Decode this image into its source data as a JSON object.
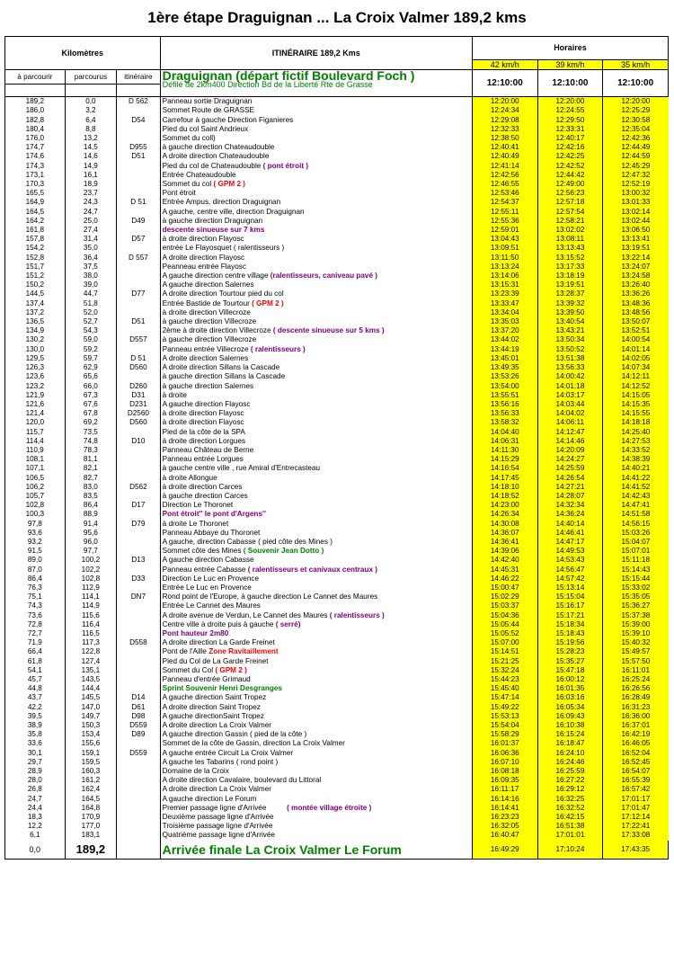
{
  "title": "1ère étape Draguignan ... La Croix Valmer  189,2 kms",
  "headers": {
    "kilometres": "Kilomètres",
    "itineraire": "ITINÉRAIRE 189,2 Kms",
    "horaires": "Horaires",
    "a_parcourir": "à parcourir",
    "parcourus": "parcourus",
    "itineraire_col": "itinéraire",
    "speeds": [
      "42 km/h",
      "39 km/h",
      "35 km/h"
    ]
  },
  "start": {
    "title": "Draguignan (départ fictif Boulevard Foch )",
    "subtitle": "Défilé de 2km400 Direction Bd de la Liberté Rte de Grasse",
    "times": [
      "12:10:00",
      "12:10:00",
      "12:10:00"
    ]
  },
  "rows": [
    {
      "a": "189,2",
      "p": "0,0",
      "r": "D 562",
      "l": "Panneau sortie Draguignan",
      "t": [
        "12:20:00",
        "12:20:00",
        "12:20:00"
      ]
    },
    {
      "a": "186,0",
      "p": "3,2",
      "r": "",
      "l": "Sommet Route de GRASSE",
      "t": [
        "12:24:34",
        "12:24:55",
        "12:25:29"
      ]
    },
    {
      "a": "182,8",
      "p": "6,4",
      "r": "D54",
      "l": "Carrefour à gauche  Direction Figanieres",
      "t": [
        "12:29:08",
        "12:29:50",
        "12:30:58"
      ]
    },
    {
      "a": "180,4",
      "p": "8,8",
      "r": "",
      "l": "Pied du col Saint Andrieux",
      "t": [
        "12:32:33",
        "12:33:31",
        "12:35:04"
      ]
    },
    {
      "a": "176,0",
      "p": "13,2",
      "r": "",
      "l": "Sommet du coll)",
      "t": [
        "12:38:50",
        "12:40:17",
        "12:42:36"
      ]
    },
    {
      "a": "174,7",
      "p": "14,5",
      "r": "D955",
      "l": "à gauche direction Chateaudouble",
      "t": [
        "12:40:41",
        "12:42:16",
        "12:44:49"
      ]
    },
    {
      "a": "174,6",
      "p": "14,6",
      "r": "D51",
      "l": "A droite direction Chateaudouble",
      "t": [
        "12:40:49",
        "12:42:25",
        "12:44:59"
      ]
    },
    {
      "a": "174,3",
      "p": "14,9",
      "r": "",
      "l": "Pied du col de Chateaudouble",
      "h": "( pont étroit )",
      "hc": "purple",
      "t": [
        "12:41:14",
        "12:42:52",
        "12:45:29"
      ]
    },
    {
      "a": "173,1",
      "p": "16,1",
      "r": "",
      "l": "Entrée Chateaudouble",
      "t": [
        "12:42:56",
        "12:44:42",
        "12:47:32"
      ]
    },
    {
      "a": "170,3",
      "p": "18,9",
      "r": "",
      "l": "Sommet du col",
      "h": "( GPM 2 )",
      "hc": "red",
      "t": [
        "12:46:55",
        "12:49:00",
        "12:52:19"
      ]
    },
    {
      "a": "165,5",
      "p": "23,7",
      "r": "",
      "l": "Pont étroit",
      "t": [
        "12:53:46",
        "12:56:23",
        "13:00:32"
      ]
    },
    {
      "a": "164,9",
      "p": "24,3",
      "r": "D 51",
      "l": "Entrée Ampus, direction Draguignan",
      "t": [
        "12:54:37",
        "12:57:18",
        "13:01:33"
      ]
    },
    {
      "a": "164,5",
      "p": "24,7",
      "r": "",
      "l": "A gauche, centre ville, direction Draguignan",
      "t": [
        "12:55:11",
        "12:57:54",
        "13:02:14"
      ]
    },
    {
      "a": "164,2",
      "p": "25,0",
      "r": "D49",
      "l": " à gauche direction Draguignan",
      "t": [
        "12:55:36",
        "12:58:21",
        "13:02:44"
      ]
    },
    {
      "a": "161,8",
      "p": "27,4",
      "r": "",
      "l": "",
      "h": "descente sinueuse sur 7 kms",
      "hc": "purple",
      "t": [
        "12:59:01",
        "13:02:02",
        "13:06:50"
      ]
    },
    {
      "a": "157,8",
      "p": "31,4",
      "r": "D57",
      "l": "à droite direction Flayosc",
      "t": [
        "13:04:43",
        "13:08:11",
        "13:13:41"
      ]
    },
    {
      "a": "154,2",
      "p": "35,0",
      "r": "",
      "l": "entrée Le Flayosquet ( ralentisseurs )",
      "t": [
        "13:09:51",
        "13:13:43",
        "13:19:51"
      ]
    },
    {
      "a": "152,8",
      "p": "36,4",
      "r": "D 557",
      "l": "A droite direction Flayosc",
      "t": [
        "13:11:50",
        "13:15:52",
        "13:22:14"
      ]
    },
    {
      "a": "151,7",
      "p": "37,5",
      "r": "",
      "l": "Peanneau entrée Flayosc",
      "t": [
        "13:13:24",
        "13:17:33",
        "13:24:07"
      ]
    },
    {
      "a": "151,2",
      "p": "38,0",
      "r": "",
      "l": "A gauche direction centre village",
      "h": "(ralentisseurs, caniveau pavé )",
      "hc": "purple",
      "t": [
        "13:14:06",
        "13:18:19",
        "13:24:58"
      ]
    },
    {
      "a": "150,2",
      "p": "39,0",
      "r": "",
      "l": "A gauche direction Salernes",
      "t": [
        "13:15:31",
        "13:19:51",
        "13:26:40"
      ]
    },
    {
      "a": "144,5",
      "p": "44,7",
      "r": "D77",
      "l": "A droite direction Tourtour pied du col",
      "t": [
        "13:23:39",
        "13:28:37",
        "13:36:26"
      ]
    },
    {
      "a": "137,4",
      "p": "51,8",
      "r": "",
      "l": "Entrée Bastide de Tourtour",
      "h": "( GPM 2 )",
      "hc": "red",
      "t": [
        "13:33:47",
        "13:39:32",
        "13:48:36"
      ]
    },
    {
      "a": "137,2",
      "p": "52,0",
      "r": "",
      "l": "à droite direction Villecroze",
      "t": [
        "13:34:04",
        "13:39:50",
        "13:48:56"
      ]
    },
    {
      "a": "136,5",
      "p": "52,7",
      "r": "D51",
      "l": "à gauche direction Villecroze",
      "t": [
        "13:35:03",
        "13:40:54",
        "13:50:07"
      ]
    },
    {
      "a": "134,9",
      "p": "54,3",
      "r": "",
      "l": "2ème à droite direction Villecroze",
      "h": "( descente sinueuse sur 5 kms )",
      "hc": "purple",
      "t": [
        "13:37:20",
        "13:43:21",
        "13:52:51"
      ]
    },
    {
      "a": "130,2",
      "p": "59,0",
      "r": "D557",
      "l": "à gauche direction Villecroze",
      "t": [
        "13:44:02",
        "13:50:34",
        "14:00:54"
      ]
    },
    {
      "a": "130,0",
      "p": "59,2",
      "r": "",
      "l": "Panneau entrée Villecroze",
      "h": "( ralentisseurs )",
      "hc": "purple",
      "t": [
        "13:44:19",
        "13:50:52",
        "14:01:14"
      ]
    },
    {
      "a": "129,5",
      "p": "59,7",
      "r": "D 51",
      "l": "A droite direction Salernes",
      "t": [
        "13:45:01",
        "13:51:38",
        "14:02:05"
      ]
    },
    {
      "a": "126,3",
      "p": "62,9",
      "r": "D560",
      "l": "A droite direction Sillans la Cascade",
      "t": [
        "13:49:35",
        "13:56:33",
        "14:07:34"
      ]
    },
    {
      "a": "123,6",
      "p": "65,6",
      "r": "",
      "l": "à gauche direction Sillans la Cascade",
      "t": [
        "13:53:26",
        "14:00:42",
        "14:12:11"
      ]
    },
    {
      "a": "123,2",
      "p": "66,0",
      "r": "D260",
      "l": "à gauche direction Salernes",
      "t": [
        "13:54:00",
        "14:01:18",
        "14:12:52"
      ]
    },
    {
      "a": "121,9",
      "p": "67,3",
      "r": "D31",
      "l": "à droite",
      "t": [
        "13:55:51",
        "14:03:17",
        "14:15:05"
      ]
    },
    {
      "a": "121,6",
      "p": "67,6",
      "r": "D231",
      "l": "A gauche direction Flayosc",
      "t": [
        "13:56:16",
        "14:03:44",
        "14:15:35"
      ]
    },
    {
      "a": "121,4",
      "p": "67,8",
      "r": "D2560",
      "l": "à droite direction Flayosc",
      "t": [
        "13:56:33",
        "14:04:02",
        "14:15:55"
      ]
    },
    {
      "a": "120,0",
      "p": "69,2",
      "r": "D560",
      "l": "à droite  direction  Flayosc",
      "t": [
        "13:58:32",
        "14:06:11",
        "14:18:18"
      ]
    },
    {
      "a": "115,7",
      "p": "73,5",
      "r": "",
      "l": "Pied de la côte de la SPA",
      "t": [
        "14:04:40",
        "14:12:47",
        "14:25:40"
      ]
    },
    {
      "a": "114,4",
      "p": "74,8",
      "r": "D10",
      "l": "à droite direction Lorgues",
      "t": [
        "14:06:31",
        "14:14:46",
        "14:27:53"
      ]
    },
    {
      "a": "110,9",
      "p": "78,3",
      "r": "",
      "l": "Panneau Château de Berne",
      "t": [
        "14:11:30",
        "14:20:09",
        "14:33:52"
      ]
    },
    {
      "a": "108,1",
      "p": "81,1",
      "r": "",
      "l": "Panneau entrée Lorgues",
      "t": [
        "14:15:29",
        "14:24:27",
        "14:38:39"
      ]
    },
    {
      "a": "107,1",
      "p": "82,1",
      "r": "",
      "l": "à gauche centre ville , rue Amiral d'Entrecasteau",
      "t": [
        "14:16:54",
        "14:25:59",
        "14:40:21"
      ]
    },
    {
      "a": "106,5",
      "p": "82,7",
      "r": "",
      "l": "à droite Allongue",
      "t": [
        "14:17:45",
        "14:26:54",
        "14:41:22"
      ]
    },
    {
      "a": "106,2",
      "p": "83,0",
      "r": "D562",
      "l": "à droite direction Carces",
      "t": [
        "14:18:10",
        "14:27:21",
        "14:41:52"
      ]
    },
    {
      "a": "105,7",
      "p": "83,5",
      "r": "",
      "l": "à gauche direction Carces",
      "t": [
        "14:18:52",
        "14:28:07",
        "14:42:43"
      ]
    },
    {
      "a": "102,8",
      "p": "86,4",
      "r": "D17",
      "l": "Direction Le Thoronet",
      "t": [
        "14:23:00",
        "14:32:34",
        "14:47:41"
      ]
    },
    {
      "a": "100,3",
      "p": "88,9",
      "r": "",
      "l": "",
      "h": "Pont étroit'' le pont d'Argens''",
      "hc": "purple",
      "t": [
        "14:26:34",
        "14:36:24",
        "14:51:58"
      ]
    },
    {
      "a": "97,8",
      "p": "91,4",
      "r": "D79",
      "l": "à droite Le Thoronet",
      "t": [
        "14:30:08",
        "14:40:14",
        "14:56:15"
      ]
    },
    {
      "a": "93,6",
      "p": "95,6",
      "r": "",
      "l": "Panneau Abbaye du Thoronet",
      "t": [
        "14:36:07",
        "14:46:41",
        "15:03:26"
      ]
    },
    {
      "a": "93,2",
      "p": "96,0",
      "r": "",
      "l": "A gauche, direction Cabasse ( pied côte des Mines )",
      "t": [
        "14:36:41",
        "14:47:17",
        "15:04:07"
      ]
    },
    {
      "a": "91,5",
      "p": "97,7",
      "r": "",
      "l": "Sommet côte des Mines",
      "h": "( Souvenir Jean Dotto )",
      "hc": "green",
      "t": [
        "14:39:06",
        "14:49:53",
        "15:07:01"
      ]
    },
    {
      "a": "89,0",
      "p": "100,2",
      "r": "D13",
      "l": "A gauche direction Cabasse",
      "t": [
        "14:42:40",
        "14:53:43",
        "15:11:18"
      ]
    },
    {
      "a": "87,0",
      "p": "102,2",
      "r": "",
      "l": "Panneau entrée Cabasse",
      "h": "( ralentisseurs et canivaux centraux )",
      "hc": "purple",
      "t": [
        "14:45:31",
        "14:56:47",
        "15:14:43"
      ]
    },
    {
      "a": "86,4",
      "p": "102,8",
      "r": "D33",
      "l": "Direction Le Luc en Provence",
      "t": [
        "14:46:22",
        "14:57:42",
        "15:15:44"
      ]
    },
    {
      "a": "76,3",
      "p": "112,9",
      "r": "",
      "l": "Entrée Le Luc en Provence",
      "t": [
        "15:00:47",
        "15:13:14",
        "15:33:02"
      ]
    },
    {
      "a": "75,1",
      "p": "114,1",
      "r": "DN7",
      "l": "Rond point de l'Europe, à gauche direction Le Cannet des Maures",
      "t": [
        "15:02:29",
        "15:15:04",
        "15:35:05"
      ]
    },
    {
      "a": "74,3",
      "p": "114,9",
      "r": "",
      "l": "Entrée Le Cannet des Maures",
      "t": [
        "15:03:37",
        "15:16:17",
        "15:36:27"
      ]
    },
    {
      "a": "73,6",
      "p": "115,6",
      "r": "",
      "l": "A droite avenue de Verdun, Le Cannet des Maures",
      "h": "( ralentisseurs )",
      "hc": "purple",
      "t": [
        "15:04:36",
        "15:17:21",
        "15:37:38"
      ]
    },
    {
      "a": "72,8",
      "p": "116,4",
      "r": "",
      "l": "Centre ville à droite puis à gauche",
      "h": "( serré)",
      "hc": "purple",
      "t": [
        "15:05:44",
        "15:18:34",
        "15:39:00"
      ]
    },
    {
      "a": "72,7",
      "p": "116,5",
      "r": "",
      "l": "",
      "h": "Pont hauteur 2m80",
      "hc": "purple",
      "t": [
        "15:05:52",
        "15:18:43",
        "15:39:10"
      ]
    },
    {
      "a": "71,9",
      "p": "117,3",
      "r": "D558",
      "l": "A droite direction La Garde Freinet",
      "t": [
        "15:07:00",
        "15:19:56",
        "15:40:32"
      ]
    },
    {
      "a": "66,4",
      "p": "122,8",
      "r": "",
      "l": "Pont de l'Aille",
      "h": "Zone Ravitaillement",
      "hc": "red",
      "t": [
        "15:14:51",
        "15:28:23",
        "15:49:57"
      ]
    },
    {
      "a": "61,8",
      "p": "127,4",
      "r": "",
      "l": "Pied du Col de La Garde Freinet",
      "t": [
        "15:21:25",
        "15:35:27",
        "15:57:50"
      ]
    },
    {
      "a": "54,1",
      "p": "135,1",
      "r": "",
      "l": "Sommet du Col",
      "h": "( GPM 2 )",
      "hc": "red",
      "t": [
        "15:32:24",
        "15:47:18",
        "16:11:01"
      ]
    },
    {
      "a": "45,7",
      "p": "143,5",
      "r": "",
      "l": "Panneau d'entrée Grimaud",
      "t": [
        "15:44:23",
        "16:00:12",
        "16:25:24"
      ]
    },
    {
      "a": "44,8",
      "p": "144,4",
      "r": "",
      "l": "",
      "h": "Sprint Souvenir Henri Desgranges",
      "hc": "green",
      "t": [
        "15:45:40",
        "16:01:35",
        "16:26:56"
      ]
    },
    {
      "a": "43,7",
      "p": "145,5",
      "r": "D14",
      "l": "A gauche direction Saint Tropez",
      "t": [
        "15:47:14",
        "16:03:16",
        "16:28:49"
      ]
    },
    {
      "a": "42,2",
      "p": "147,0",
      "r": "D61",
      "l": "A droite direction Saint Tropez",
      "t": [
        "15:49:22",
        "16:05:34",
        "16:31:23"
      ]
    },
    {
      "a": "39,5",
      "p": "149,7",
      "r": "D98",
      "l": "A gauche directionSaint Tropez",
      "t": [
        "15:53:13",
        "16:09:43",
        "16:36:00"
      ]
    },
    {
      "a": "38,9",
      "p": "150,3",
      "r": "D559",
      "l": "A droite direction La Croix Valmer",
      "t": [
        "15:54:04",
        "16:10:38",
        "16:37:01"
      ]
    },
    {
      "a": "35,8",
      "p": "153,4",
      "r": "D89",
      "l": "A gauche direction Gassin ( pied de la côte )",
      "t": [
        "15:58:29",
        "16:15:24",
        "16:42:19"
      ]
    },
    {
      "a": "33,6",
      "p": "155,6",
      "r": "",
      "l": "Sommet de la côte de Gassin, direction La Croix Valmer",
      "t": [
        "16:01:37",
        "16:18:47",
        "16:46:05"
      ]
    },
    {
      "a": "30,1",
      "p": "159,1",
      "r": "D559",
      "l": "A gauche entrée Circuit La Croix Valmer",
      "t": [
        "16:06:36",
        "16:24:10",
        "16:52:04"
      ]
    },
    {
      "a": "29,7",
      "p": "159,5",
      "r": "",
      "l": "A gauche les Tabarins ( rond point )",
      "t": [
        "16:07:10",
        "16:24:46",
        "16:52:45"
      ]
    },
    {
      "a": "28,9",
      "p": "160,3",
      "r": "",
      "l": "Domaine de la Croix",
      "t": [
        "16:08:18",
        "16:25:59",
        "16:54:07"
      ]
    },
    {
      "a": "28,0",
      "p": "161,2",
      "r": "",
      "l": "A droite direction Cavalaire, boulevard du Littoral",
      "t": [
        "16:09:35",
        "16:27:22",
        "16:55:39"
      ]
    },
    {
      "a": "26,8",
      "p": "162,4",
      "r": "",
      "l": "A droite direction La Croix Valmer",
      "t": [
        "16:11:17",
        "16:29:12",
        "16:57:42"
      ]
    },
    {
      "a": "24,7",
      "p": "164,5",
      "r": "",
      "l": "A gauche direction Le Forum",
      "t": [
        "16:14:16",
        "16:32:25",
        "17:01:17"
      ]
    },
    {
      "a": "24,4",
      "p": "164,8",
      "r": "",
      "l": "Premier passage ligne d'Arrivée",
      "h": "( montée village étroite )",
      "hc": "purple",
      "gap": true,
      "t": [
        "16:14:41",
        "16:32:52",
        "17:01:47"
      ]
    },
    {
      "a": "18,3",
      "p": "170,9",
      "r": "",
      "l": "Deuxième passage ligne d'Arrivée",
      "t": [
        "16:23:23",
        "16:42:15",
        "17:12:14"
      ]
    },
    {
      "a": "12,2",
      "p": "177,0",
      "r": "",
      "l": "Troisième passage ligne d'Arrivée",
      "t": [
        "16:32:05",
        "16:51:38",
        "17:22:41"
      ]
    },
    {
      "a": "6,1",
      "p": "183,1",
      "r": "",
      "l": "Quatrième passage ligne d'Arrivée",
      "t": [
        "16:40:47",
        "17:01:01",
        "17:33:08"
      ]
    }
  ],
  "finish": {
    "a": "0,0",
    "p": "189,2",
    "label": "Arrivée finale La Croix Valmer Le Forum",
    "times": [
      "16:49:29",
      "17:10:24",
      "17:43:35"
    ]
  }
}
